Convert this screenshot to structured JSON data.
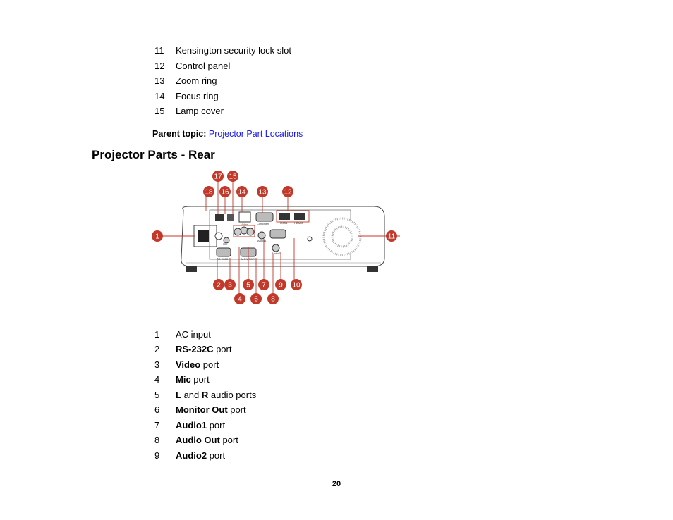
{
  "top_list": [
    {
      "num": "11",
      "text": "Kensington security lock slot"
    },
    {
      "num": "12",
      "text": "Control panel"
    },
    {
      "num": "13",
      "text": "Zoom ring"
    },
    {
      "num": "14",
      "text": "Focus ring"
    },
    {
      "num": "15",
      "text": "Lamp cover"
    }
  ],
  "parent_topic": {
    "label": "Parent topic:",
    "link": "Projector Part Locations",
    "link_color": "#1a1aee"
  },
  "section_title": "Projector Parts - Rear",
  "figure": {
    "port_labels": [
      "RS-232C",
      "MONITOR",
      "Computer",
      "HDMI1",
      "HDMI2",
      "Video",
      "Mic",
      "Audio1",
      "Audio2"
    ],
    "callouts": [
      "1",
      "2",
      "3",
      "4",
      "5",
      "6",
      "7",
      "8",
      "9",
      "10",
      "11",
      "12",
      "13",
      "14",
      "15",
      "16",
      "17",
      "18"
    ],
    "callout_color": "#c0392b"
  },
  "bottom_list": [
    {
      "num": "1",
      "bold": "",
      "text": "AC input"
    },
    {
      "num": "2",
      "bold": "RS-232C",
      "text": " port"
    },
    {
      "num": "3",
      "bold": "Video",
      "text": " port"
    },
    {
      "num": "4",
      "bold": "Mic",
      "text": " port"
    },
    {
      "num": "5",
      "bold": "L",
      "mid": " and ",
      "bold2": "R",
      "text": " audio ports"
    },
    {
      "num": "6",
      "bold": "Monitor Out",
      "text": " port"
    },
    {
      "num": "7",
      "bold": "Audio1",
      "text": " port"
    },
    {
      "num": "8",
      "bold": "Audio Out",
      "text": " port"
    },
    {
      "num": "9",
      "bold": "Audio2",
      "text": " port"
    }
  ],
  "page_number": "20"
}
